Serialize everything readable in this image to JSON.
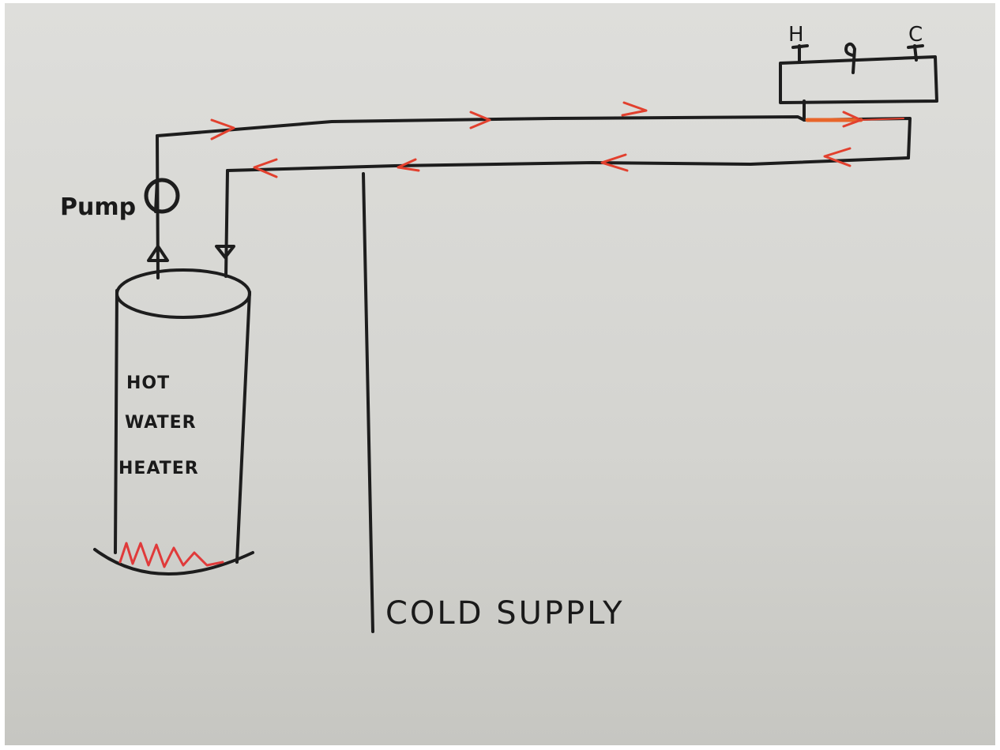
{
  "labels": {
    "heater_line1": "HOT",
    "heater_line2": "WATER",
    "heater_line3": "HEATER",
    "pump": "Pump",
    "cold_supply": "COLD SUPPLY",
    "hot_tap": "H",
    "cold_tap": "C"
  },
  "colors": {
    "paper_top": "#dcdcd8",
    "paper_bottom": "#c9c9c4",
    "ink": "#1d1d1d",
    "flow_arrow": "#e2402e",
    "burner": "#e03a3a"
  }
}
